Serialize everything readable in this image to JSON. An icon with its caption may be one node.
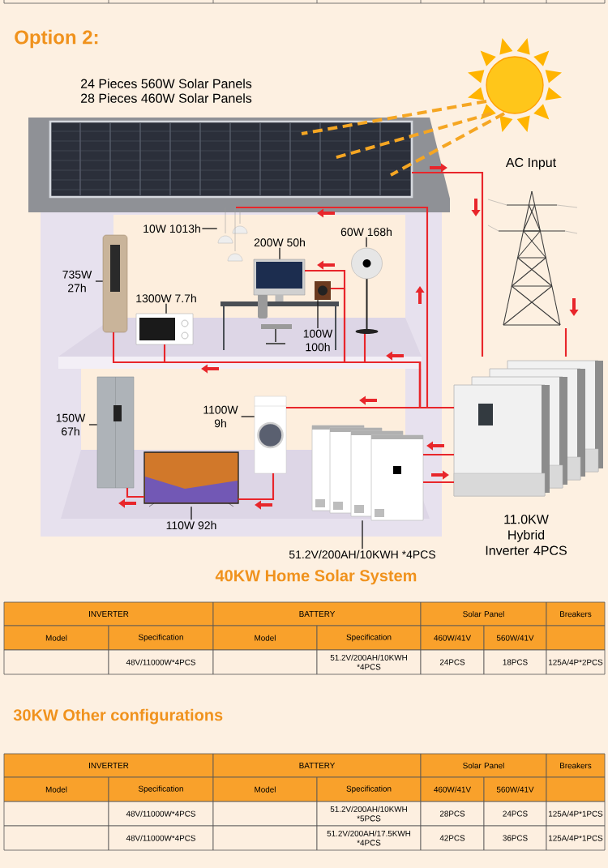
{
  "diagram": {
    "title": "Option 2:",
    "caption": "40KW Home Solar System",
    "nodes": [
      {
        "text": [
          "24 Pieces 560W Solar Panels",
          "28 Pieces 460W Solar Panels"
        ]
      },
      {
        "text": [],
        "shape": "picture"
      },
      {
        "text": [
          "AC Input"
        ]
      },
      {
        "text": [
          "10W 1013h"
        ]
      },
      {
        "text": [],
        "shape": "picture"
      },
      {
        "text": [
          "200W 50h"
        ]
      },
      {
        "text": [],
        "shape": "picture"
      },
      {
        "text": [
          "60W 168h"
        ]
      },
      {
        "text": [],
        "shape": "picture"
      },
      {
        "text": [
          "735W 27h"
        ]
      },
      {
        "text": [],
        "shape": "picture"
      },
      {
        "text": [
          "1300W 7.7h"
        ]
      },
      {
        "text": [],
        "shape": "picture"
      },
      {
        "text": [],
        "shape": "picture"
      },
      {
        "text": [
          "100W 100h"
        ]
      },
      {
        "text": [
          "11.0KW Hybrid Inverter 4PCS"
        ]
      },
      {
        "text": [
          "1100W 9h"
        ]
      },
      {
        "text": [],
        "shape": "picture"
      },
      {
        "text": [
          "150W 67h"
        ]
      },
      {
        "text": [],
        "shape": "picture"
      },
      {
        "text": [],
        "shape": "picture"
      },
      {
        "text": [
          "110W 92h"
        ]
      },
      {
        "text": [],
        "shape": "picture"
      },
      {
        "text": [
          "51.2V/200AH/10KWH *4PCS"
        ]
      }
    ],
    "edges": [
      {
        "from": 1,
        "to": 0,
        "arrow": "none",
        "style": "dashed",
        "color": "#f5a623"
      },
      {
        "from": 1,
        "to": 0,
        "arrow": "none",
        "style": "dashed",
        "color": "#f5a623"
      },
      {
        "from": 1,
        "to": 0,
        "arrow": "none",
        "style": "dashed",
        "color": "#f5a623"
      },
      {
        "from": 0,
        "to": 15,
        "arrow": "none"
      },
      {
        "from": 2,
        "to": 15,
        "arrow": "none"
      },
      {
        "from": 15,
        "to": 4,
        "arrow": "none"
      },
      {
        "from": 15,
        "to": 10,
        "arrow": "none"
      },
      {
        "from": 15,
        "to": 12,
        "arrow": "none"
      },
      {
        "from": 15,
        "to": 6,
        "arrow": "none"
      },
      {
        "from": 15,
        "to": 13,
        "arrow": "none"
      },
      {
        "from": 15,
        "to": 8,
        "arrow": "none"
      },
      {
        "from": 15,
        "to": 17,
        "arrow": "none"
      },
      {
        "from": 17,
        "to": 20,
        "arrow": "none"
      },
      {
        "from": 20,
        "to": 19,
        "arrow": "none"
      },
      {
        "from": 15,
        "to": 22,
        "arrow": "none"
      },
      {
        "from": 22,
        "to": 15,
        "arrow": "none"
      },
      {
        "from": 3,
        "to": 4,
        "arrow": "none",
        "color": "#1a1a1a"
      },
      {
        "from": 5,
        "to": 6,
        "arrow": "none",
        "color": "#1a1a1a"
      },
      {
        "from": 7,
        "to": 8,
        "arrow": "none",
        "color": "#1a1a1a"
      },
      {
        "from": 9,
        "to": 10,
        "arrow": "none",
        "color": "#1a1a1a"
      },
      {
        "from": 11,
        "to": 12,
        "arrow": "none",
        "color": "#1a1a1a"
      },
      {
        "from": 14,
        "to": 13,
        "arrow": "none",
        "color": "#1a1a1a"
      },
      {
        "from": 16,
        "to": 17,
        "arrow": "none",
        "color": "#1a1a1a"
      },
      {
        "from": 18,
        "to": 19,
        "arrow": "none",
        "color": "#1a1a1a"
      },
      {
        "from": 21,
        "to": 20,
        "arrow": "none",
        "color": "#1a1a1a"
      },
      {
        "from": 23,
        "to": 22,
        "arrow": "none",
        "color": "#1a1a1a"
      }
    ],
    "labels": [
      "INVERTER",
      "BATTERY",
      "Solar Panel",
      "Breakers",
      "Model",
      "Specification",
      "Model",
      "Specification",
      "460W/41V",
      "560W/41V",
      "48V/11000W*4PCS",
      "51.2V/200AH/10KWH *4PCS",
      "24PCS",
      "18PCS",
      "125A/4P*2PCS",
      "30KW Other configurations",
      "INVERTER",
      "BATTERY",
      "Solar Panel",
      "Breakers",
      "Model",
      "Specification",
      "Model",
      "Specification",
      "460W/41V",
      "560W/41V",
      "48V/11000W*4PCS",
      "51.2V/200AH/10KWH *5PCS",
      "28PCS",
      "24PCS",
      "125A/4P*1PCS",
      "48V/11000W*4PCS",
      "51.2V/200AH/17.5KWH *4PCS",
      "42PCS",
      "36PCS",
      "125A/4P*1PCS"
    ]
  }
}
